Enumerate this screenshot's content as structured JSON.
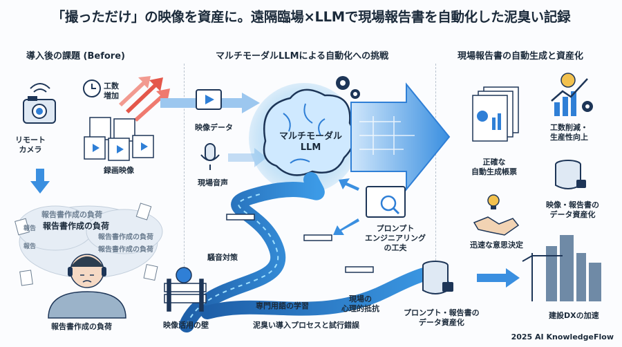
{
  "title": "「撮っただけ」の映像を資産に。遠隔臨場×LLMで現場報告書を自動化した泥臭い記録",
  "sections": {
    "before": "導入後の課題 (Before)",
    "challenge": "マルチモーダルLLMによる自動化への挑戦",
    "output": "現場報告書の自動生成と資産化"
  },
  "left": {
    "remote_camera": [
      "リモート",
      "カメラ"
    ],
    "workload_increase": [
      "工数",
      "増加"
    ],
    "recorded_video": "録画映像",
    "bubble_texts": [
      "報告書作成の負荷",
      "報告書作成の負荷",
      "報告書作成の負荷",
      "報告書作成の負荷",
      "報告",
      "報告"
    ],
    "report_burden": "報告書作成の負荷"
  },
  "middle": {
    "video_data": "映像データ",
    "site_audio": "現場音声",
    "llm": [
      "マルチモーダル",
      "LLM"
    ],
    "prompt_engineering": [
      "プロンプト",
      "エンジニアリング",
      "の工夫"
    ],
    "noise_measures": "騒音対策",
    "video_wall": "映像活用の壁",
    "jargon_learning": "専門用語の学習",
    "site_resistance": [
      "現場の",
      "心理的抵抗"
    ],
    "process_note": "泥臭い導入プロセスと試行錯誤"
  },
  "right": {
    "accurate_reports": [
      "正確な",
      "自動生成帳票"
    ],
    "cost_reduction": [
      "工数削減・",
      "生産性向上"
    ],
    "data_assets": [
      "映像・報告書の",
      "データ資産化"
    ],
    "quick_decision": "迅速な意思決定",
    "prompt_assets": [
      "プロンプト・報告書の",
      "データ資産化"
    ],
    "construction_dx": "建設DXの加速"
  },
  "footer": "2025 AI KnowledgeFlow",
  "colors": {
    "accent": "#2f7fd6",
    "dark": "#1d3557",
    "glow": "#7fd3ff",
    "red": "#e4574a"
  },
  "icons": [
    "wifi-icon",
    "camera-icon",
    "clock-icon",
    "up-arrows-icon",
    "video-files-icon",
    "stressed-worker-icon",
    "film-icon",
    "microphone-icon",
    "brain-icon",
    "gear-icon",
    "code-search-icon",
    "barricade-icon",
    "database-lock-icon",
    "documents-icon",
    "growth-chart-icon",
    "lightbulb-icon",
    "handshake-icon",
    "city-crane-icon"
  ]
}
